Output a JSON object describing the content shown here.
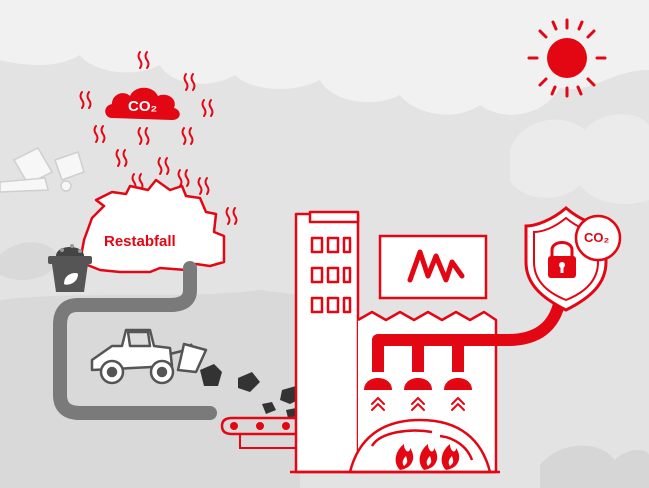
{
  "labels": {
    "waste": "Restabfall",
    "co2_cloud": "CO₂",
    "co2_shield": "CO₂"
  },
  "icons": [
    "sun-icon",
    "co2-cloud-icon",
    "heat-wave-icon",
    "waste-bin-icon",
    "wheel-loader-icon",
    "conveyor-belt-icon",
    "factory-building-icon",
    "company-logo-sign",
    "exhaust-hood-icon",
    "up-arrow-icon",
    "furnace-flame-icon",
    "security-shield-icon",
    "padlock-icon",
    "garbage-bag-icon"
  ],
  "colors": {
    "accent": "#e30613",
    "background": "#e3e3e3",
    "cloud": "#f2f2f2",
    "machinery": "#555555",
    "rock": "#333333"
  }
}
